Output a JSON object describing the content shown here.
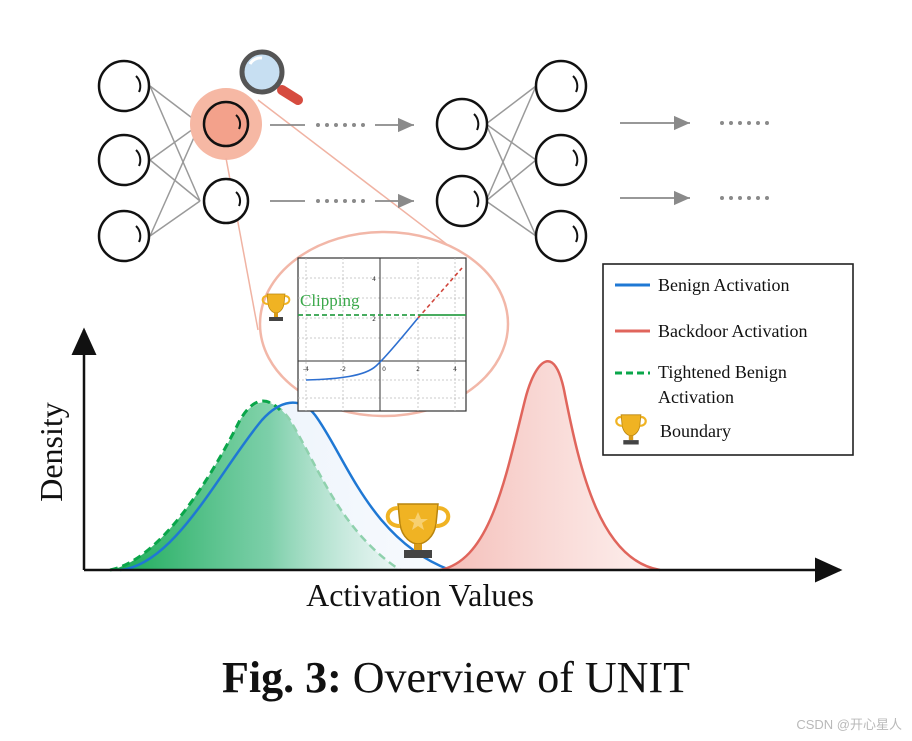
{
  "legend": {
    "benign": "Benign Activation",
    "backdoor": "Backdoor Activation",
    "tightened_line1": "Tightened Benign",
    "tightened_line2": "Activation",
    "boundary": "Boundary"
  },
  "axes": {
    "y_label": "Density",
    "x_label": "Activation Values"
  },
  "inset": {
    "clipping_label": "Clipping",
    "x_ticks": [
      "-4",
      "-2",
      "0",
      "2",
      "4"
    ],
    "y_ticks": [
      "4",
      "2"
    ]
  },
  "caption": {
    "label": "Fig. 3:",
    "text": "Overview of UNIT"
  },
  "watermark": "CSDN @开心星人",
  "colors": {
    "benign": "#1f78d4",
    "backdoor": "#e0655c",
    "tightened": "#0aa64a",
    "clipping": "#3aa84a",
    "highlight": "#f6b8a4"
  }
}
